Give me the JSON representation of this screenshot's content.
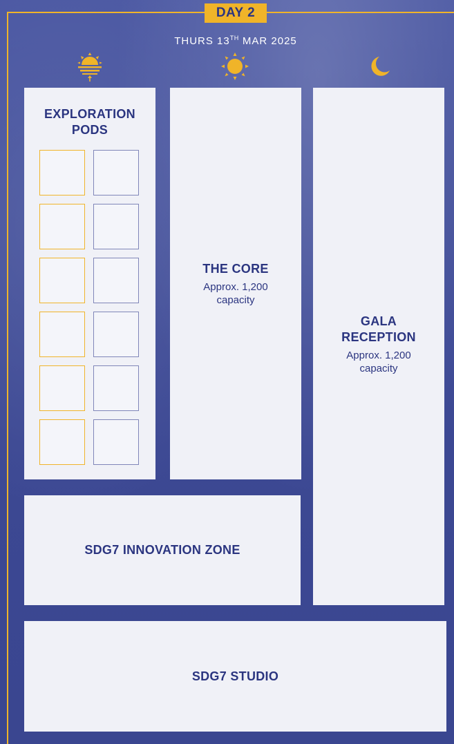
{
  "header": {
    "day_label": "DAY 2",
    "date_prefix": "THURS 13",
    "date_ordinal": "TH",
    "date_suffix": " MAR 2025",
    "accent_color": "#f0b429",
    "navy_color": "#2b3580"
  },
  "time_icons": [
    {
      "name": "sunrise-icon"
    },
    {
      "name": "sun-icon"
    },
    {
      "name": "moon-icon"
    }
  ],
  "zones": {
    "pods": {
      "title_line1": "EXPLORATION",
      "title_line2": "PODS"
    },
    "core": {
      "title": "THE CORE",
      "sub_line1": "Approx. 1,200",
      "sub_line2": "capacity"
    },
    "gala": {
      "title_line1": "GALA",
      "title_line2": "RECEPTION",
      "sub_line1": "Approx. 1,200",
      "sub_line2": "capacity"
    },
    "innovation": {
      "title": "SDG7 INNOVATION ZONE"
    },
    "studio": {
      "title": "SDG7 STUDIO"
    }
  }
}
